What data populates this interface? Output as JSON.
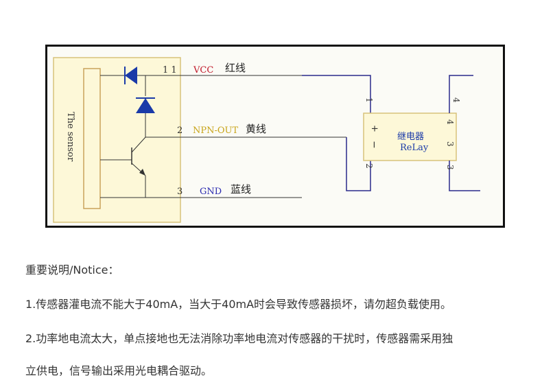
{
  "diagram": {
    "sensor_label": "The sensor",
    "pin_vcc_num": "1 1",
    "pin_out_num": "2",
    "pin_gnd_num": "3",
    "vcc_label": "VCC",
    "vcc_wire": "红线",
    "out_label": "NPN-OUT",
    "out_wire": "黄线",
    "gnd_label": "GND",
    "gnd_wire": "蓝线",
    "relay_cn": "继电器",
    "relay_en": "ReLay",
    "relay_plus": "+",
    "relay_minus": "−",
    "relay_pin1": "1",
    "relay_pin2": "2",
    "relay_pin3a": "3",
    "relay_pin3b": "3",
    "relay_pin4a": "4",
    "relay_pin4b": "4"
  },
  "notice": {
    "title": "重要说明/Notice：",
    "item1": "1.传感器灌电流不能大于40mA，当大于40mA时会导致传感器损坏，请勿超负载使用。",
    "item2_line1": "2.功率地电流太大，单点接地也无法消除功率地电流对传感器的干扰时，传感器需采用独",
    "item2_line2": "立供电，信号输出采用光电耦合驱动。"
  },
  "colors": {
    "sensor_fill": "#fdf8d8",
    "sensor_border": "#d8c27a",
    "wire": "#2a2a8c",
    "vcc_text": "#c0182a",
    "out_text": "#c8a41a",
    "gnd_text": "#2a2ab0"
  }
}
